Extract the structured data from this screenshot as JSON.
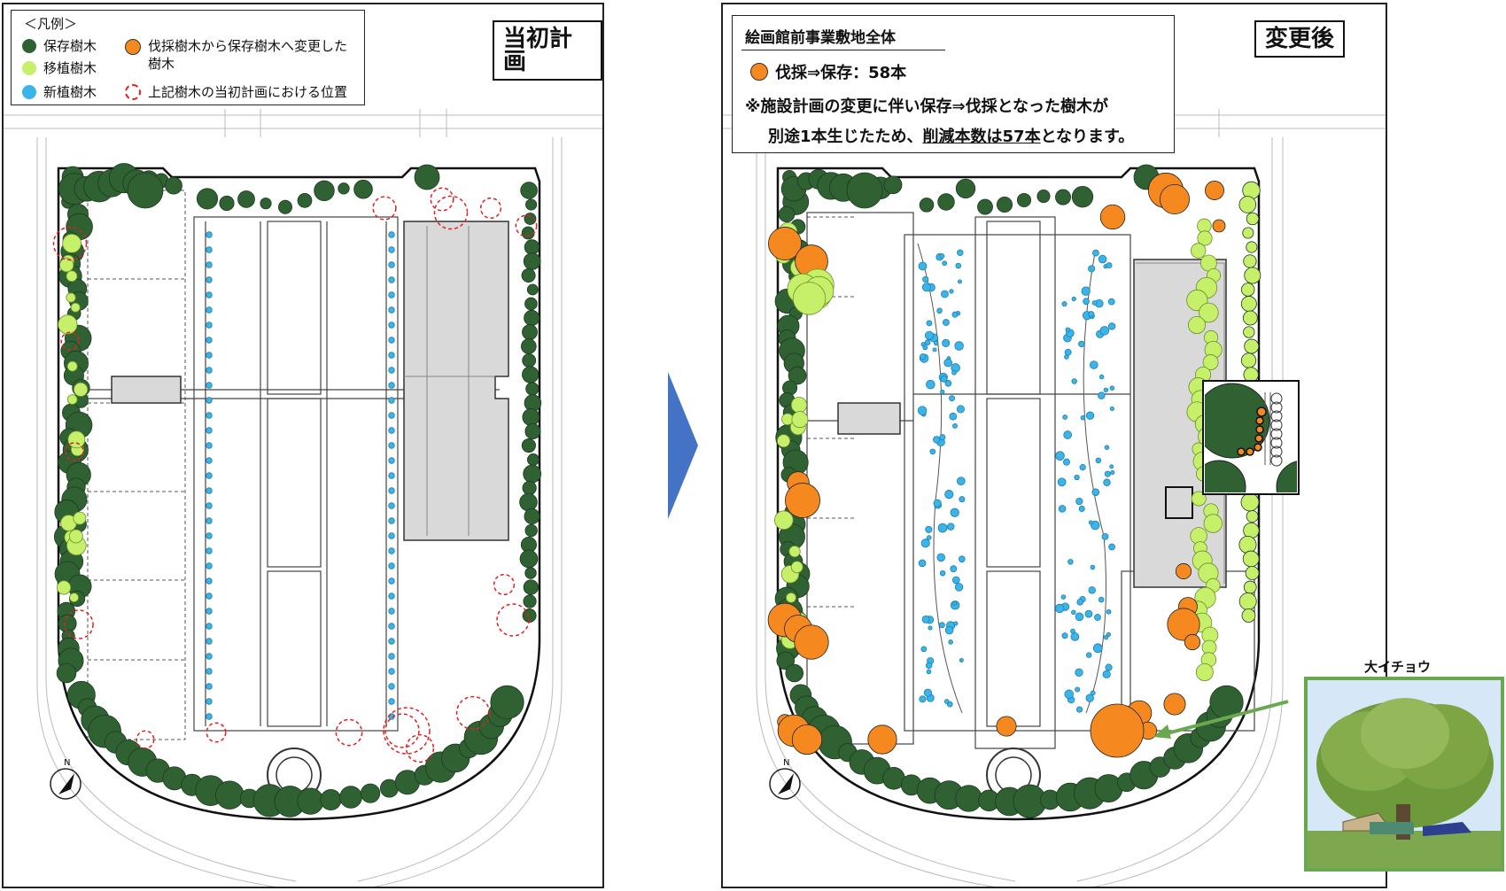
{
  "left_panel": {
    "title": "当初計画",
    "legend": {
      "title": "＜凡例＞",
      "items": [
        {
          "label": "保存樹木",
          "color": "#2f6133"
        },
        {
          "label": "移植樹木",
          "color": "#c6f06a"
        },
        {
          "label": "新植樹木",
          "color": "#3bb4ea"
        },
        {
          "label": "伐採樹木から保存樹木へ変更した樹木",
          "color": "#f5891f"
        },
        {
          "label": "上記樹木の当初計画における位置",
          "color": "#e02020"
        }
      ]
    },
    "north_label": "N"
  },
  "right_panel": {
    "title": "変更後",
    "info": {
      "heading": "絵画館前事業敷地全体",
      "count_line": "伐採⇒保存：58本",
      "note_line1": "※施設計画の変更に伴い保存⇒伐採となった樹木が",
      "note_line2_a": "別途1本生じたため、",
      "note_line2_b": "削減本数は57本",
      "note_line2_c": "となります。"
    },
    "north_label": "N",
    "photo_label": "大イチョウ"
  },
  "colors": {
    "preserved": "#2f6133",
    "transplanted": "#c6f06a",
    "new_planting": "#3bb4ea",
    "changed_to_preserved": "#f5891f",
    "original_position": "#e02020",
    "building": "#d9d9d9",
    "arrow": "#4472c4",
    "photo_frame": "#6aa84f"
  }
}
